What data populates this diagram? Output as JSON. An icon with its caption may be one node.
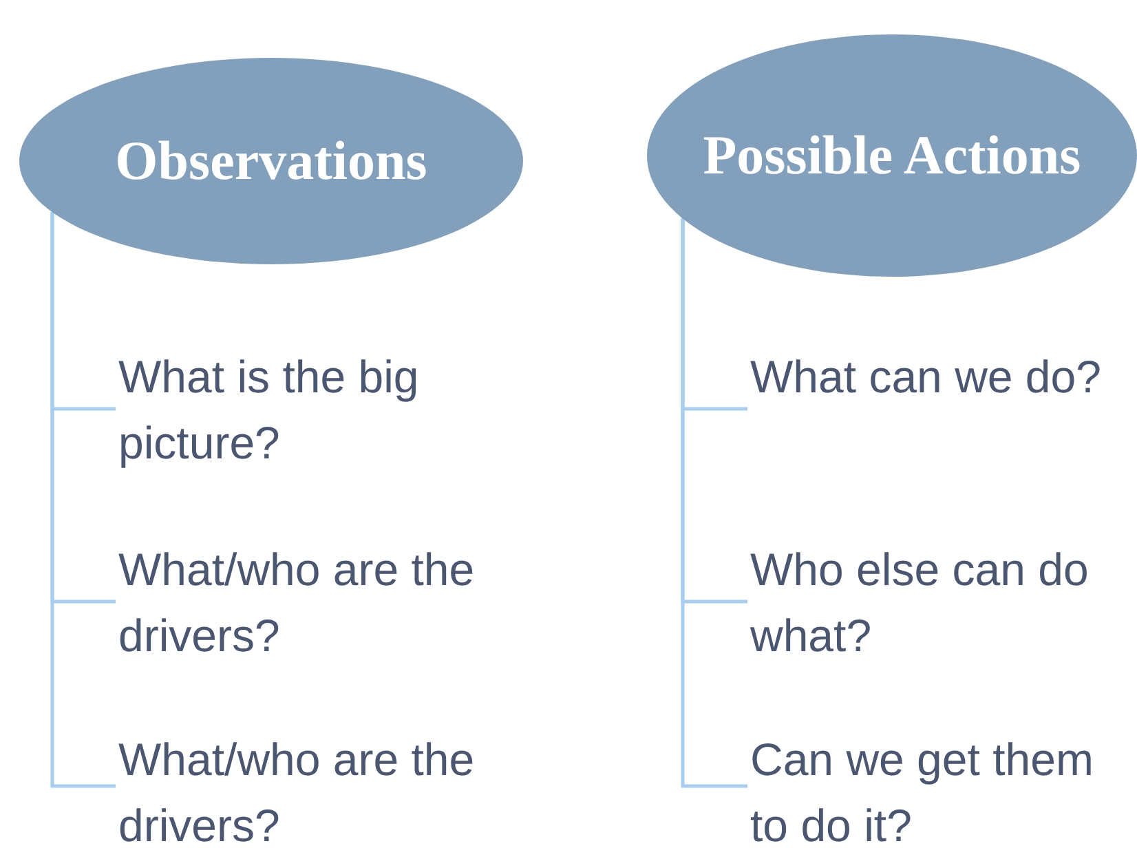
{
  "diagram": {
    "nodes": [
      {
        "text": [
          "Observations"
        ]
      },
      {
        "text": [
          "What is the big picture?"
        ]
      },
      {
        "text": [
          "What/who are the drivers?"
        ]
      },
      {
        "text": [
          "What/who are the drivers?"
        ]
      },
      {
        "text": [
          "Possible Actions"
        ]
      },
      {
        "text": [
          "What can we do?"
        ]
      },
      {
        "text": [
          "Who else can do what?"
        ]
      },
      {
        "text": [
          "Can we get them to do it?"
        ]
      }
    ],
    "edges": [
      {
        "from": 0,
        "to": 1,
        "arrow": "none"
      },
      {
        "from": 0,
        "to": 2,
        "arrow": "none"
      },
      {
        "from": 0,
        "to": 3,
        "arrow": "none"
      },
      {
        "from": 4,
        "to": 5,
        "arrow": "none"
      },
      {
        "from": 4,
        "to": 6,
        "arrow": "none"
      },
      {
        "from": 4,
        "to": 7,
        "arrow": "none"
      }
    ]
  }
}
